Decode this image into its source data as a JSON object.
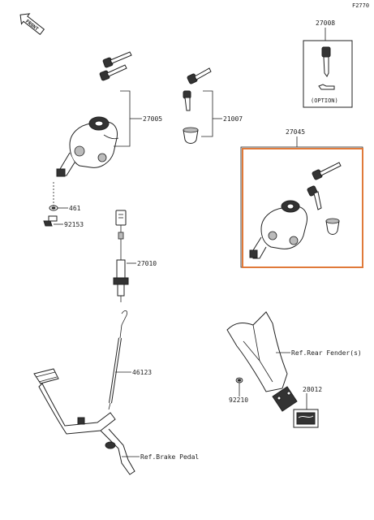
{
  "figure_code": "F2770",
  "front_label": "FRONT",
  "callouts": {
    "p27008": "27008",
    "option": "(OPTION)",
    "p27005": "27005",
    "p21007": "21007",
    "p27045": "27045",
    "p461": "461",
    "p92153": "92153",
    "p27010": "27010",
    "p46123": "46123",
    "ref_rear_fender": "Ref.Rear Fender(s)",
    "p28012": "28012",
    "p92210": "92210",
    "ref_brake_pedal": "Ref.Brake Pedal"
  },
  "colors": {
    "line": "#222222",
    "highlight_box": "#e07a3a"
  }
}
